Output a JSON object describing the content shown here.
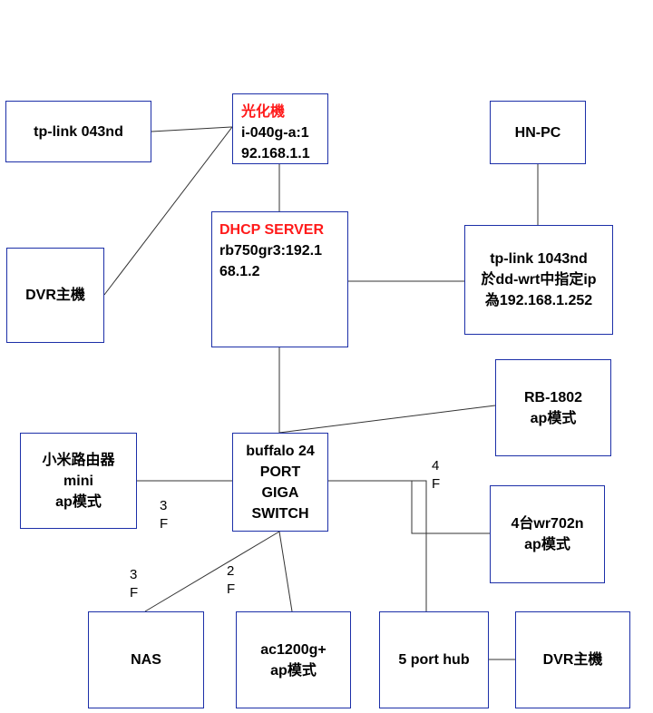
{
  "nodes": {
    "tplink043": {
      "lines": [
        "tp-link 043nd"
      ]
    },
    "ont": {
      "lines": [
        "光化機",
        "i-040g-a:1",
        "92.168.1.1"
      ]
    },
    "hnpc": {
      "lines": [
        "HN-PC"
      ]
    },
    "dvr_top": {
      "lines": [
        "DVR主機"
      ]
    },
    "dhcp": {
      "lines": [
        "DHCP SERVER",
        "rb750gr3:192.1",
        "68.1.2"
      ]
    },
    "tplink1043": {
      "lines": [
        "tp-link 1043nd",
        "於dd-wrt中指定ip",
        "為192.168.1.252"
      ]
    },
    "rb1802": {
      "lines": [
        "RB-1802",
        "ap模式"
      ]
    },
    "xiaomi": {
      "lines": [
        "小米路由器",
        "mini",
        "ap模式"
      ]
    },
    "switch": {
      "lines": [
        "buffalo 24",
        "PORT",
        "GIGA",
        "SWITCH"
      ]
    },
    "wr702n": {
      "lines": [
        "4台wr702n",
        "ap模式"
      ]
    },
    "nas": {
      "lines": [
        "NAS"
      ]
    },
    "ac1200": {
      "lines": [
        "ac1200g+",
        "ap模式"
      ]
    },
    "hub": {
      "lines": [
        "5 port hub"
      ]
    },
    "dvr_bottom": {
      "lines": [
        "DVR主機"
      ]
    }
  },
  "floors": {
    "f3_xiaomi": [
      "3",
      "F"
    ],
    "f4_wr702n": [
      "4",
      "F"
    ],
    "f3_nas": [
      "3",
      "F"
    ],
    "f2_ac1200": [
      "2",
      "F"
    ]
  },
  "colors": {
    "border": "#1c2fa8",
    "line": "#333333",
    "highlight": "#ff1a1a"
  }
}
